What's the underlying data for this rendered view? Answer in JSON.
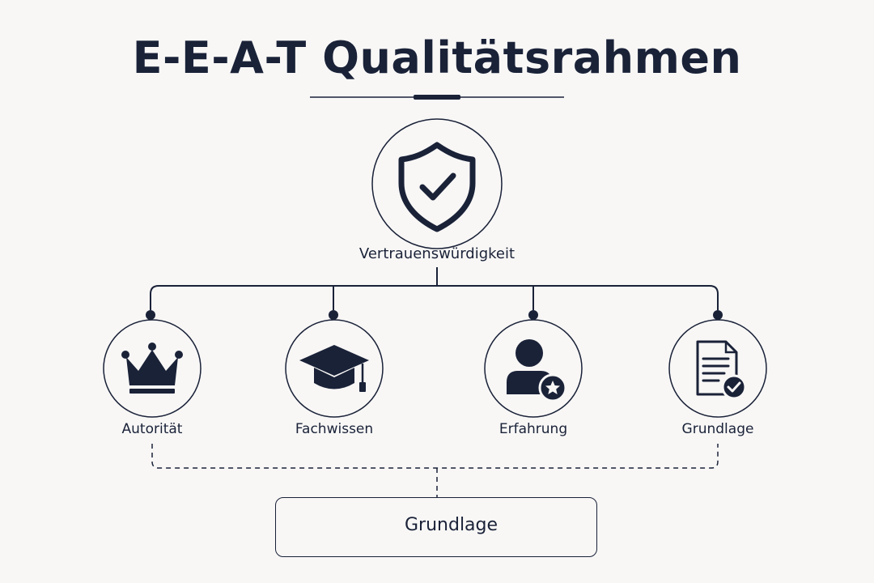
{
  "title": "E-E-A-T Qualitätsrahmen",
  "colors": {
    "primary": "#1a2238",
    "background": "#f8f7f6"
  },
  "top_node": {
    "label": "Vertrauenswürdigkeit",
    "icon": "shield-check-icon"
  },
  "child_nodes": [
    {
      "label": "Autorität",
      "icon": "crown-icon"
    },
    {
      "label": "Fachwissen",
      "icon": "graduation-cap-icon"
    },
    {
      "label": "Erfahrung",
      "icon": "user-star-icon"
    },
    {
      "label": "Grundlage",
      "icon": "document-check-icon"
    }
  ],
  "foundation": {
    "label": "Grundlage",
    "icon": "pillar-icon"
  }
}
